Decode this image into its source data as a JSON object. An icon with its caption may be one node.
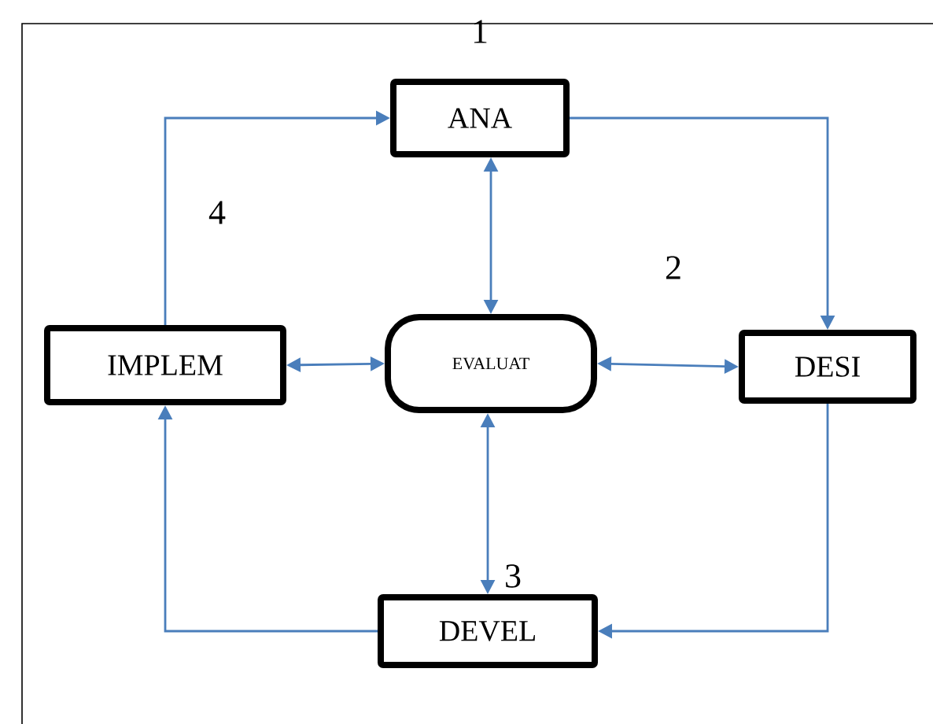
{
  "diagram": {
    "nodes": [
      {
        "text": [
          "ANA"
        ]
      },
      {
        "text": [
          "IMPLEM"
        ]
      },
      {
        "text": [
          "EVALUAT"
        ]
      },
      {
        "text": [
          "DESI"
        ]
      },
      {
        "text": [
          "DEVEL"
        ]
      }
    ],
    "edges": [
      {
        "from": 1,
        "to": 0,
        "arrow": "to"
      },
      {
        "from": 0,
        "to": 3,
        "arrow": "to"
      },
      {
        "from": 3,
        "to": 4,
        "arrow": "to"
      },
      {
        "from": 4,
        "to": 1,
        "arrow": "to"
      },
      {
        "from": 0,
        "to": 2,
        "arrow": "both"
      },
      {
        "from": 1,
        "to": 2,
        "arrow": "both"
      },
      {
        "from": 2,
        "to": 3,
        "arrow": "both"
      },
      {
        "from": 2,
        "to": 4,
        "arrow": "both"
      }
    ],
    "labels": [
      "1",
      "4",
      "2",
      "3"
    ]
  }
}
